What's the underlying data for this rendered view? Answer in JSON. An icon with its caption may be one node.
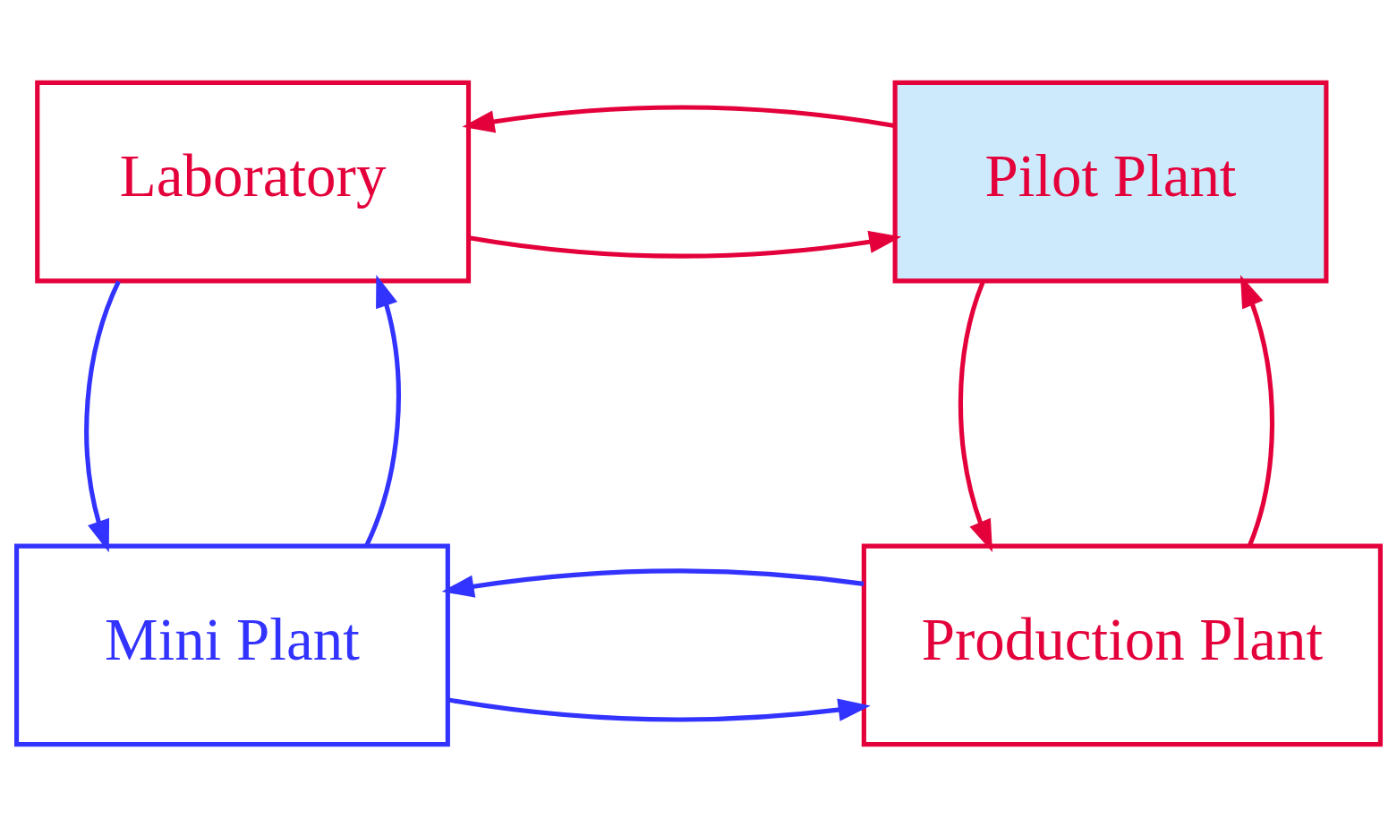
{
  "diagram": {
    "nodes": [
      {
        "text": [
          "Laboratory"
        ]
      },
      {
        "text": [
          "Pilot Plant"
        ]
      },
      {
        "text": [
          "Mini Plant"
        ]
      },
      {
        "text": [
          "Production Plant"
        ]
      }
    ],
    "edges": [
      {
        "from": 0,
        "to": 1,
        "arrow": "to",
        "color": "#e4003a"
      },
      {
        "from": 1,
        "to": 0,
        "arrow": "to",
        "color": "#e4003a"
      },
      {
        "from": 2,
        "to": 0,
        "arrow": "to",
        "color": "#3333ff"
      },
      {
        "from": 0,
        "to": 2,
        "arrow": "to",
        "color": "#3333ff"
      },
      {
        "from": 3,
        "to": 1,
        "arrow": "to",
        "color": "#e4003a"
      },
      {
        "from": 1,
        "to": 3,
        "arrow": "to",
        "color": "#e4003a"
      },
      {
        "from": 2,
        "to": 3,
        "arrow": "to",
        "color": "#3333ff"
      },
      {
        "from": 3,
        "to": 2,
        "arrow": "to",
        "color": "#3333ff"
      }
    ]
  }
}
